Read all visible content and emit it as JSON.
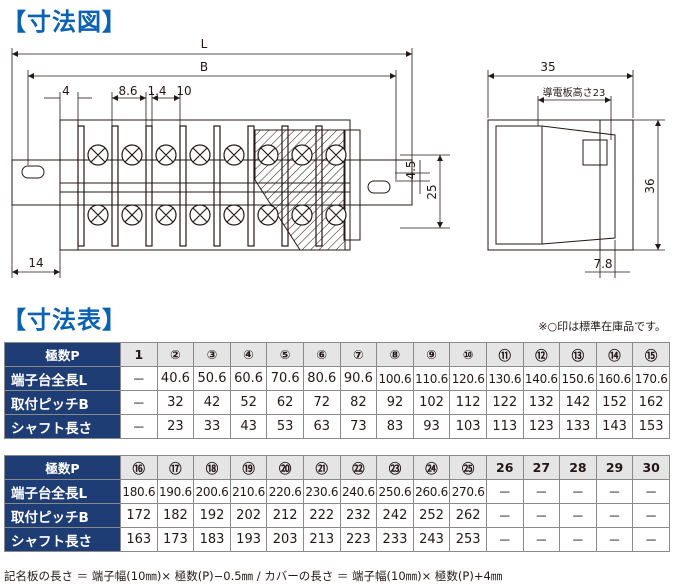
{
  "headings": {
    "drawing": "【寸法図】",
    "table": "【寸法表】"
  },
  "note": "※○印は標準在庫品です。",
  "drawing": {
    "front": {
      "L": "L",
      "B": "B",
      "d4": "4",
      "d86": "8.6",
      "d14": "1.4",
      "d10": "10",
      "d45": "4.5",
      "d25": "25",
      "d14b": "14"
    },
    "side": {
      "w35": "35",
      "plate": "導電板高さ23",
      "h36": "36",
      "w78": "7.8"
    }
  },
  "table1": {
    "header": [
      "極数P",
      "1",
      "②",
      "③",
      "④",
      "⑤",
      "⑥",
      "⑦",
      "⑧",
      "⑨",
      "⑩",
      "⑪",
      "⑫",
      "⑬",
      "⑭",
      "⑮"
    ],
    "rows": [
      [
        "端子台全長L",
        "－",
        "40.6",
        "50.6",
        "60.6",
        "70.6",
        "80.6",
        "90.6",
        "100.6",
        "110.6",
        "120.6",
        "130.6",
        "140.6",
        "150.6",
        "160.6",
        "170.6"
      ],
      [
        "取付ピッチB",
        "－",
        "32",
        "42",
        "52",
        "62",
        "72",
        "82",
        "92",
        "102",
        "112",
        "122",
        "132",
        "142",
        "152",
        "162"
      ],
      [
        "シャフト長さ",
        "－",
        "23",
        "33",
        "43",
        "53",
        "63",
        "73",
        "83",
        "93",
        "103",
        "113",
        "123",
        "133",
        "143",
        "153"
      ]
    ]
  },
  "table2": {
    "header": [
      "極数P",
      "⑯",
      "⑰",
      "⑱",
      "⑲",
      "⑳",
      "㉑",
      "㉒",
      "㉓",
      "㉔",
      "㉕",
      "26",
      "27",
      "28",
      "29",
      "30"
    ],
    "rows": [
      [
        "端子台全長L",
        "180.6",
        "190.6",
        "200.6",
        "210.6",
        "220.6",
        "230.6",
        "240.6",
        "250.6",
        "260.6",
        "270.6",
        "－",
        "－",
        "－",
        "－",
        "－"
      ],
      [
        "取付ピッチB",
        "172",
        "182",
        "192",
        "202",
        "212",
        "222",
        "232",
        "242",
        "252",
        "262",
        "－",
        "－",
        "－",
        "－",
        "－"
      ],
      [
        "シャフト長さ",
        "163",
        "173",
        "183",
        "193",
        "203",
        "213",
        "223",
        "233",
        "243",
        "253",
        "－",
        "－",
        "－",
        "－",
        "－"
      ]
    ]
  },
  "footer": "記名板の長さ ＝ 端子幅(10㎜)× 極数(P)−0.5㎜ / カバーの長さ ＝ 端子幅(10㎜)× 極数(P)+4㎜"
}
